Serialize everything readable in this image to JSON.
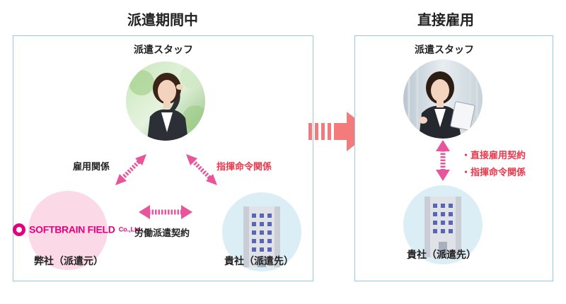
{
  "left_section": {
    "title": "派遣期間中",
    "staff_label": "派遣スタッフ",
    "relation_employment": "雇用関係",
    "relation_command": "指揮命令関係",
    "relation_dispatch_contract": "労働派遣契約",
    "our_company_label": "弊社（派遣元）",
    "client_label": "貴社（派遣先）",
    "logo_text": "SOFTBRAIN FIELD",
    "logo_suffix": "Co.,Ltd."
  },
  "right_section": {
    "title": "直接雇用",
    "staff_label": "派遣スタッフ",
    "relation_item_1": "・直接雇用契約",
    "relation_item_2": "・指揮命令関係",
    "client_label": "貴社（派遣先）"
  },
  "colors": {
    "panel_border": "#9cc8e6",
    "arrow_pink": "#e9559b",
    "transition_arrow": "#f37b7b",
    "accent_red": "#e8394d",
    "logo_circle": "#fbd9e6",
    "building_circle": "#dceef5",
    "logo_text": "#e6007e"
  },
  "icons": {
    "staff_photo_left": "woman-in-suit-photo",
    "staff_photo_right": "woman-with-tablet-photo",
    "client_building": "office-building-icon",
    "logo_mark": "softbrain-logo-mark"
  }
}
